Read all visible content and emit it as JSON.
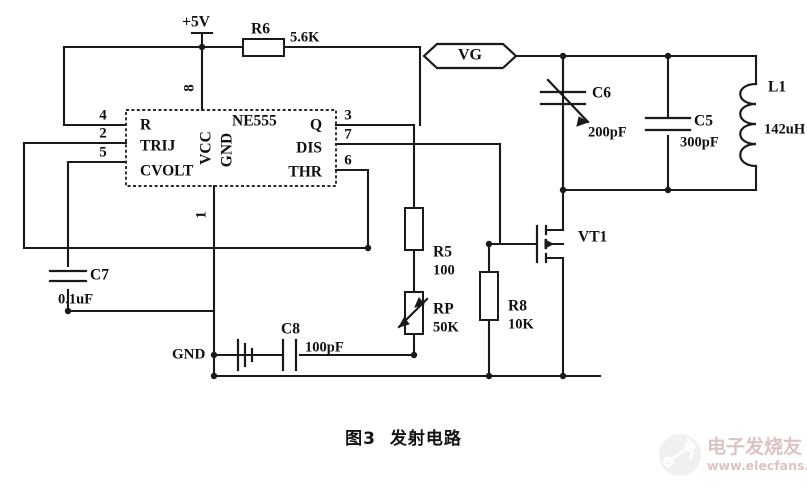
{
  "figure": {
    "caption_number": "图3",
    "caption_title": "发射电路"
  },
  "power": {
    "supply_label": "+5V",
    "ground_label": "GND"
  },
  "ic": {
    "part_number": "NE555",
    "pins_left": [
      "4",
      "2",
      "5"
    ],
    "pins_right": [
      "3",
      "7",
      "6"
    ],
    "pin_top": "8",
    "pin_bottom": "1",
    "labels_left": [
      "R",
      "TRIJ",
      "CVOLT"
    ],
    "labels_center": [
      "VCC",
      "GND"
    ],
    "labels_right": [
      "Q",
      "DIS",
      "THR"
    ]
  },
  "signal": {
    "vg_label": "VG"
  },
  "components": [
    {
      "ref": "R6",
      "value": "5.6K",
      "type": "resistor"
    },
    {
      "ref": "R5",
      "value": "100",
      "type": "resistor"
    },
    {
      "ref": "RP",
      "value": "50K",
      "type": "potentiometer"
    },
    {
      "ref": "R8",
      "value": "10K",
      "type": "resistor"
    },
    {
      "ref": "C5",
      "value": "300pF",
      "type": "capacitor"
    },
    {
      "ref": "C6",
      "value": "200pF",
      "type": "variable-capacitor"
    },
    {
      "ref": "C7",
      "value": "0.1uF",
      "type": "capacitor"
    },
    {
      "ref": "C8",
      "value": "100pF",
      "type": "capacitor"
    },
    {
      "ref": "L1",
      "value": "142uH",
      "type": "inductor"
    },
    {
      "ref": "VT1",
      "value": "",
      "type": "mosfet"
    }
  ],
  "watermark": {
    "brand_cn": "电子发烧友",
    "url": "www.elecfans.com"
  },
  "colors": {
    "ink": "#1a1a1a",
    "watermark": "#8d3b3b",
    "background": "#ffffff"
  }
}
